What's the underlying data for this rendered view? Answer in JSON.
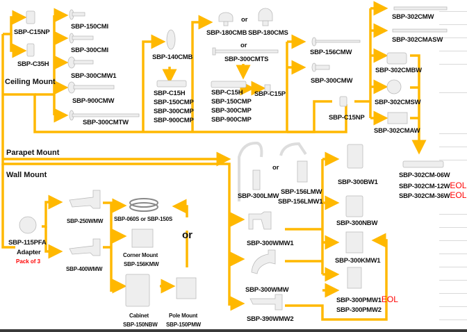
{
  "colors": {
    "line": "#FFB800",
    "eol": "#FF0000",
    "text": "#111111",
    "product": "#e6e6e6"
  },
  "sections": {
    "ceiling": "Ceiling Mount",
    "parapet": "Parapet Mount",
    "wall": "Wall Mount"
  },
  "ceiling": {
    "adapters": [
      "SBP-C15NP",
      "SBP-C35H"
    ],
    "pendants": [
      "SBP-150CMI",
      "SBP-300CMI",
      "SBP-300CMW1",
      "SBP-900CMW",
      "SBP-300CMTW"
    ],
    "col140": {
      "mount": "SBP-140CMB",
      "poles": [
        "SBP-C15H",
        "SBP-150CMP",
        "SBP-300CMP",
        "SBP-900CMP"
      ]
    },
    "col180": {
      "mount_a": "SBP-180CMB",
      "or1": "or",
      "mount_b": "SBP-180CMS",
      "or2": "or",
      "mount_c": "SBP-300CMTS",
      "poles": [
        "SBP-C15H",
        "SBP-150CMP",
        "SBP-300CMP",
        "SBP-900CMP"
      ],
      "adapter": "SBP-C15P"
    },
    "col156": {
      "items": [
        "SBP-156CMW",
        "SBP-300CMW"
      ],
      "adapter": "SBP-C15NP"
    },
    "col302": {
      "items": [
        "SBP-302CMW",
        "SBP-302CMASW",
        "SBP-302CMBW",
        "SBP-302CMSW",
        "SBP-302CMAW"
      ],
      "extensions": [
        {
          "name": "SBP-302CM-06W",
          "eol": ""
        },
        {
          "name": "SBP-302CM-12W",
          "eol": "EOL"
        },
        {
          "name": "SBP-302CM-36W",
          "eol": "EOL"
        }
      ]
    }
  },
  "parapet": {
    "item_a": "SBP-300LMW",
    "or": "or",
    "item_b": [
      "SBP-156LMW",
      "SBP-156LMW1"
    ]
  },
  "wall": {
    "adapter": {
      "name": "SBP-115PFA",
      "sub": "Adapter",
      "note": "Pack of 3"
    },
    "brackets_small": [
      "SBP-250WMW",
      "SBP-400WMW"
    ],
    "accessories": {
      "strap": "SBP-060S or SBP-150S",
      "corner": [
        "Corner Mount",
        "SBP-156KMW"
      ],
      "cabinet": [
        "Cabinet",
        "SBP-150NBW"
      ],
      "pole": [
        "Pole Mount",
        "SBP-150PMW"
      ],
      "or": "or"
    },
    "brackets_large": [
      "SBP-300WMW1",
      "SBP-300WMW",
      "SBP-390WMW2"
    ],
    "large_accessories": [
      {
        "name": "SBP-300BW1",
        "eol": ""
      },
      {
        "name": "SBP-300NBW",
        "eol": ""
      },
      {
        "name": "SBP-300KMW1",
        "eol": ""
      },
      {
        "name": "SBP-300PMW1",
        "eol": "EOL"
      },
      {
        "name": "SBP-300PMW2",
        "eol": ""
      }
    ]
  }
}
